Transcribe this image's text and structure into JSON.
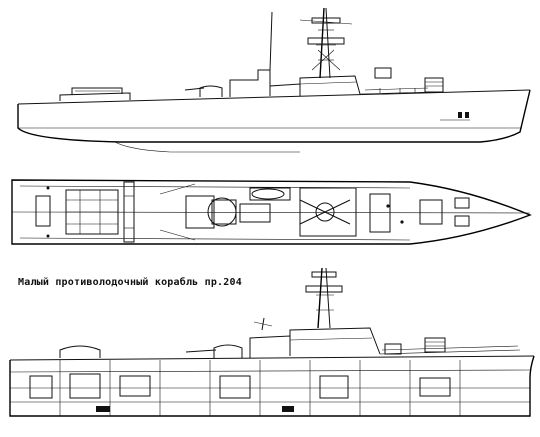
{
  "caption": "Малый противолодочный корабль  пр.204",
  "views": {
    "top_profile": "side-elevation",
    "plan": "deck-plan",
    "bottom_profile": "side-elevation-detailed"
  },
  "colors": {
    "ink": "#111111",
    "paper": "#ffffff"
  }
}
